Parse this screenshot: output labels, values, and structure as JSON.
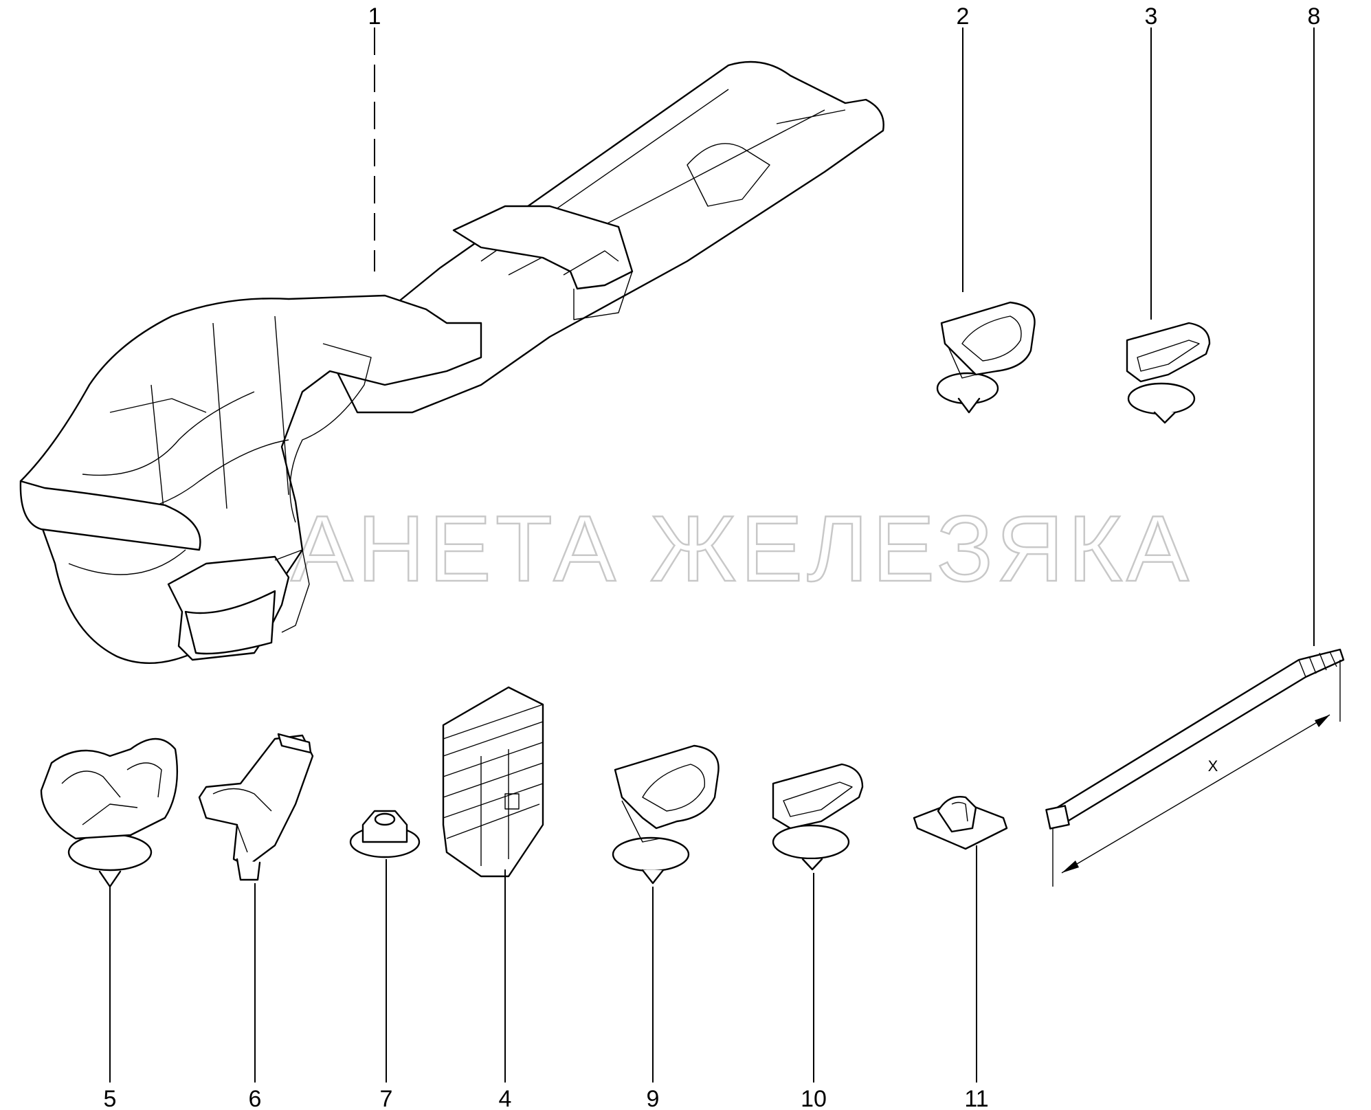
{
  "watermark": "ПЛАНЕТА ЖЕЛЕЗЯКА",
  "dimension_label": "X",
  "callouts": {
    "p1": "1",
    "p2": "2",
    "p3": "3",
    "p8": "8",
    "p5": "5",
    "p6": "6",
    "p7": "7",
    "p4": "4",
    "p9": "9",
    "p10": "10",
    "p11": "11"
  }
}
